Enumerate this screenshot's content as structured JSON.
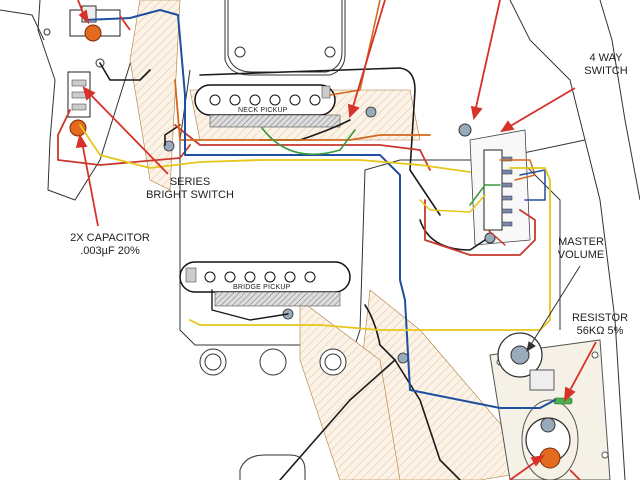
{
  "labels": {
    "four_way_switch": [
      "4 WAY",
      "SWITCH"
    ],
    "series_bright_switch": [
      "SERIES",
      "BRIGHT SWITCH"
    ],
    "capacitor": [
      "2X CAPACITOR",
      ".003µF 20%"
    ],
    "master_volume": [
      "MASTER",
      "VOLUME"
    ],
    "resistor": [
      "RESISTOR",
      "56KΩ 5%"
    ]
  },
  "pickups": {
    "neck": "NECK PICKUP",
    "bridge": "BRIDGE PICKUP"
  },
  "colors": {
    "wire_red": "#c8392b",
    "wire_orange": "#d2691e",
    "wire_blue": "#1f4fa0",
    "wire_yellow": "#e6c619",
    "wire_green": "#3a9a3a",
    "wire_black": "#1a1a1a",
    "callout_red": "#d7322a",
    "cap_orange": "#e36a1f"
  }
}
